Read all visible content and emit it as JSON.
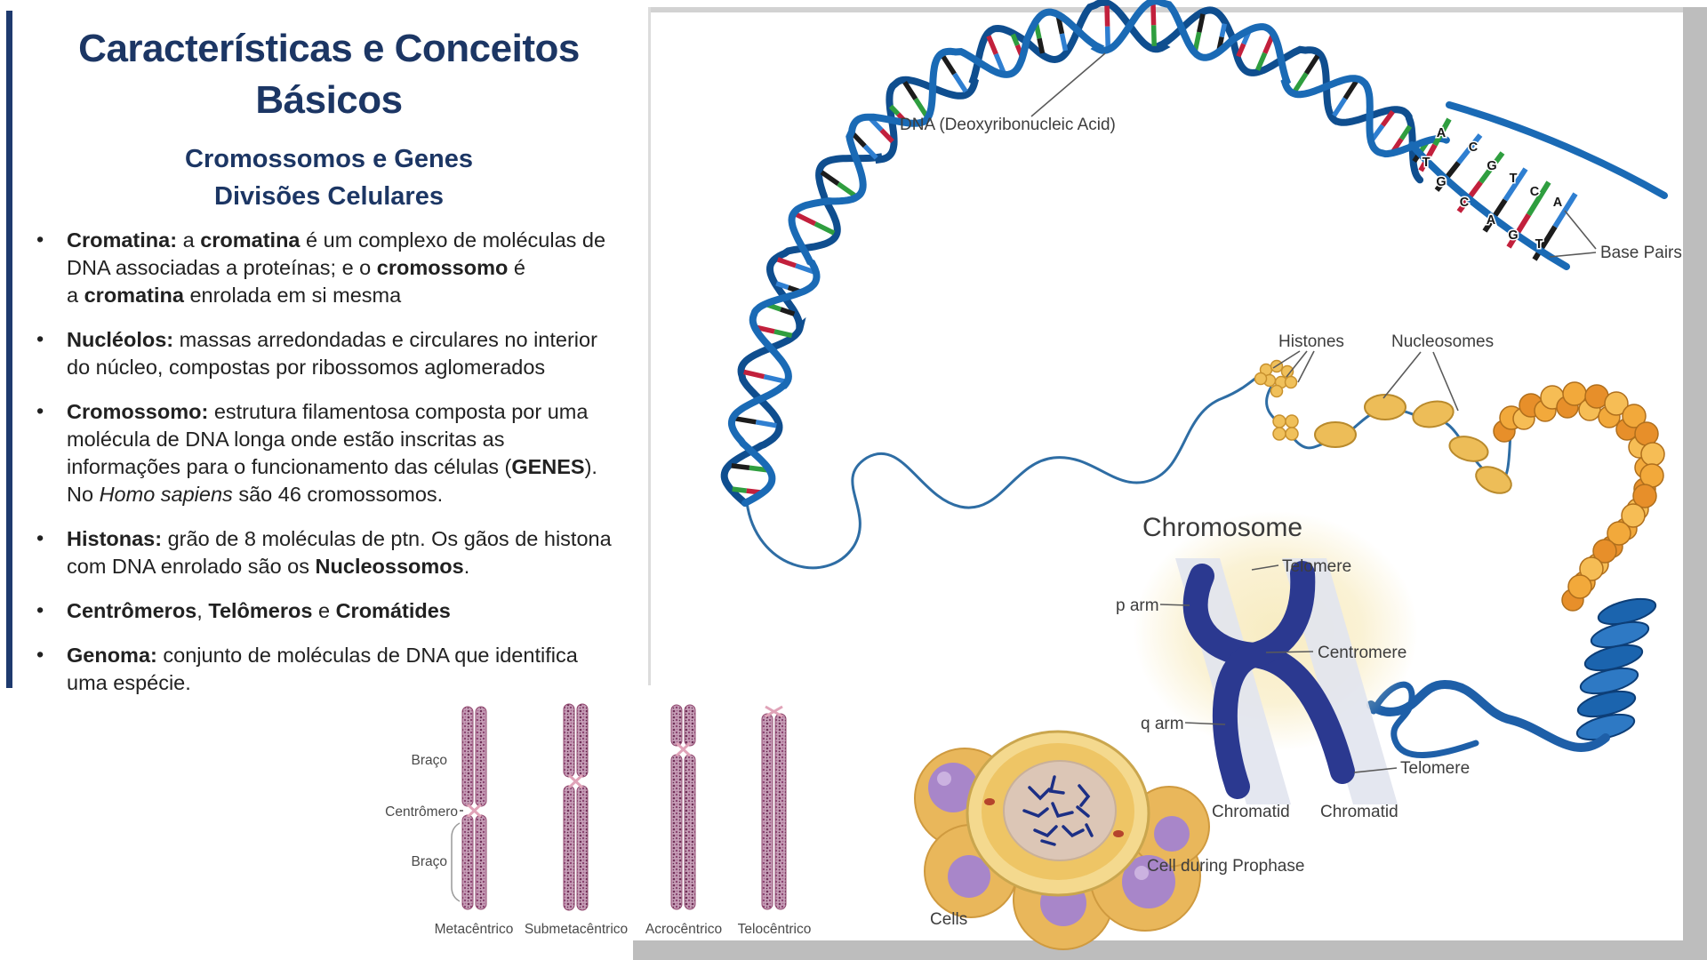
{
  "slide": {
    "title_line1": "Características e Conceitos",
    "title_line2": "Básicos",
    "subtitle_line1": "Cromossomos e Genes",
    "subtitle_line2": "Divisões Celulares",
    "accent_color": "#1c3664",
    "text_color": "#212121"
  },
  "bullets": [
    {
      "segments": [
        {
          "t": "Cromatina:",
          "b": true
        },
        {
          "t": " a "
        },
        {
          "t": "cromatina",
          "b": true
        },
        {
          "t": " é um complexo de moléculas de\nDNA associadas a proteínas; e o "
        },
        {
          "t": "cromossomo",
          "b": true
        },
        {
          "t": " é\na "
        },
        {
          "t": "cromatina",
          "b": true
        },
        {
          "t": " enrolada em si mesma"
        }
      ]
    },
    {
      "segments": [
        {
          "t": "Nucléolos:",
          "b": true
        },
        {
          "t": " massas arredondadas e circulares no interior\ndo núcleo, compostas por ribossomos aglomerados"
        }
      ]
    },
    {
      "segments": [
        {
          "t": "Cromossomo:",
          "b": true
        },
        {
          "t": " estrutura filamentosa composta por uma\nmolécula de DNA longa onde estão inscritas as\ninformações para o funcionamento das células ("
        },
        {
          "t": "GENES",
          "b": true
        },
        {
          "t": ").\nNo "
        },
        {
          "t": "Homo sapiens",
          "i": true
        },
        {
          "t": " são 46 cromossomos."
        }
      ]
    },
    {
      "segments": [
        {
          "t": "Histonas:",
          "b": true
        },
        {
          "t": " grão de 8 moléculas de ptn. Os gãos de histona\ncom DNA enrolado são os "
        },
        {
          "t": "Nucleossomos",
          "b": true
        },
        {
          "t": "."
        }
      ]
    },
    {
      "segments": [
        {
          "t": "Centrômeros",
          "b": true
        },
        {
          "t": ", "
        },
        {
          "t": "Telômeros",
          "b": true
        },
        {
          "t": " e "
        },
        {
          "t": "Cromátides",
          "b": true
        }
      ]
    },
    {
      "segments": [
        {
          "t": "Genoma:",
          "b": true
        },
        {
          "t": " conjunto de moléculas de DNA que identifica\numa espécie."
        }
      ]
    }
  ],
  "dna_figure": {
    "labels": {
      "dna": "DNA (Deoxyribonucleic Acid)",
      "base_pairs": "Base Pairs",
      "histones": "Histones",
      "nucleosomes": "Nucleosomes",
      "chromosome": "Chromosome",
      "telomere": "Telomere",
      "p_arm": "p arm",
      "centromere": "Centromere",
      "q_arm": "q arm",
      "chromatid": "Chromatid",
      "cell_during_prophase": "Cell during Prophase",
      "cells": "Cells"
    },
    "base_letters_top": [
      "A",
      "C",
      "G",
      "T",
      "C",
      "A"
    ],
    "base_letters_bottom": [
      "T",
      "G",
      "C",
      "A",
      "G",
      "T"
    ],
    "colors": {
      "strand_light": "#1a6ab5",
      "strand_dark": "#0f4e8f",
      "rung_palette": [
        "#c2203c",
        "#2f9e3f",
        "#1c1c1c",
        "#2f7fd1"
      ],
      "chromosome_navy": "#2b3990",
      "nucleosome_yellow": "#f0c05a",
      "coil_orange": "#f2a93b",
      "cell_orange": "#e9b75b",
      "nucleus_purple": "#a886c9",
      "beam_gray": "#e1e4ee",
      "border_gray": "#bdbdbd"
    }
  },
  "chromosome_types_figure": {
    "labels": {
      "arm": "Braço",
      "centromere": "Centrômero"
    },
    "types": [
      "Metacêntrico",
      "Submetacêntrico",
      "Acrocêntrico",
      "Telocêntrico"
    ],
    "chromosome_color": "#9c5b80"
  }
}
